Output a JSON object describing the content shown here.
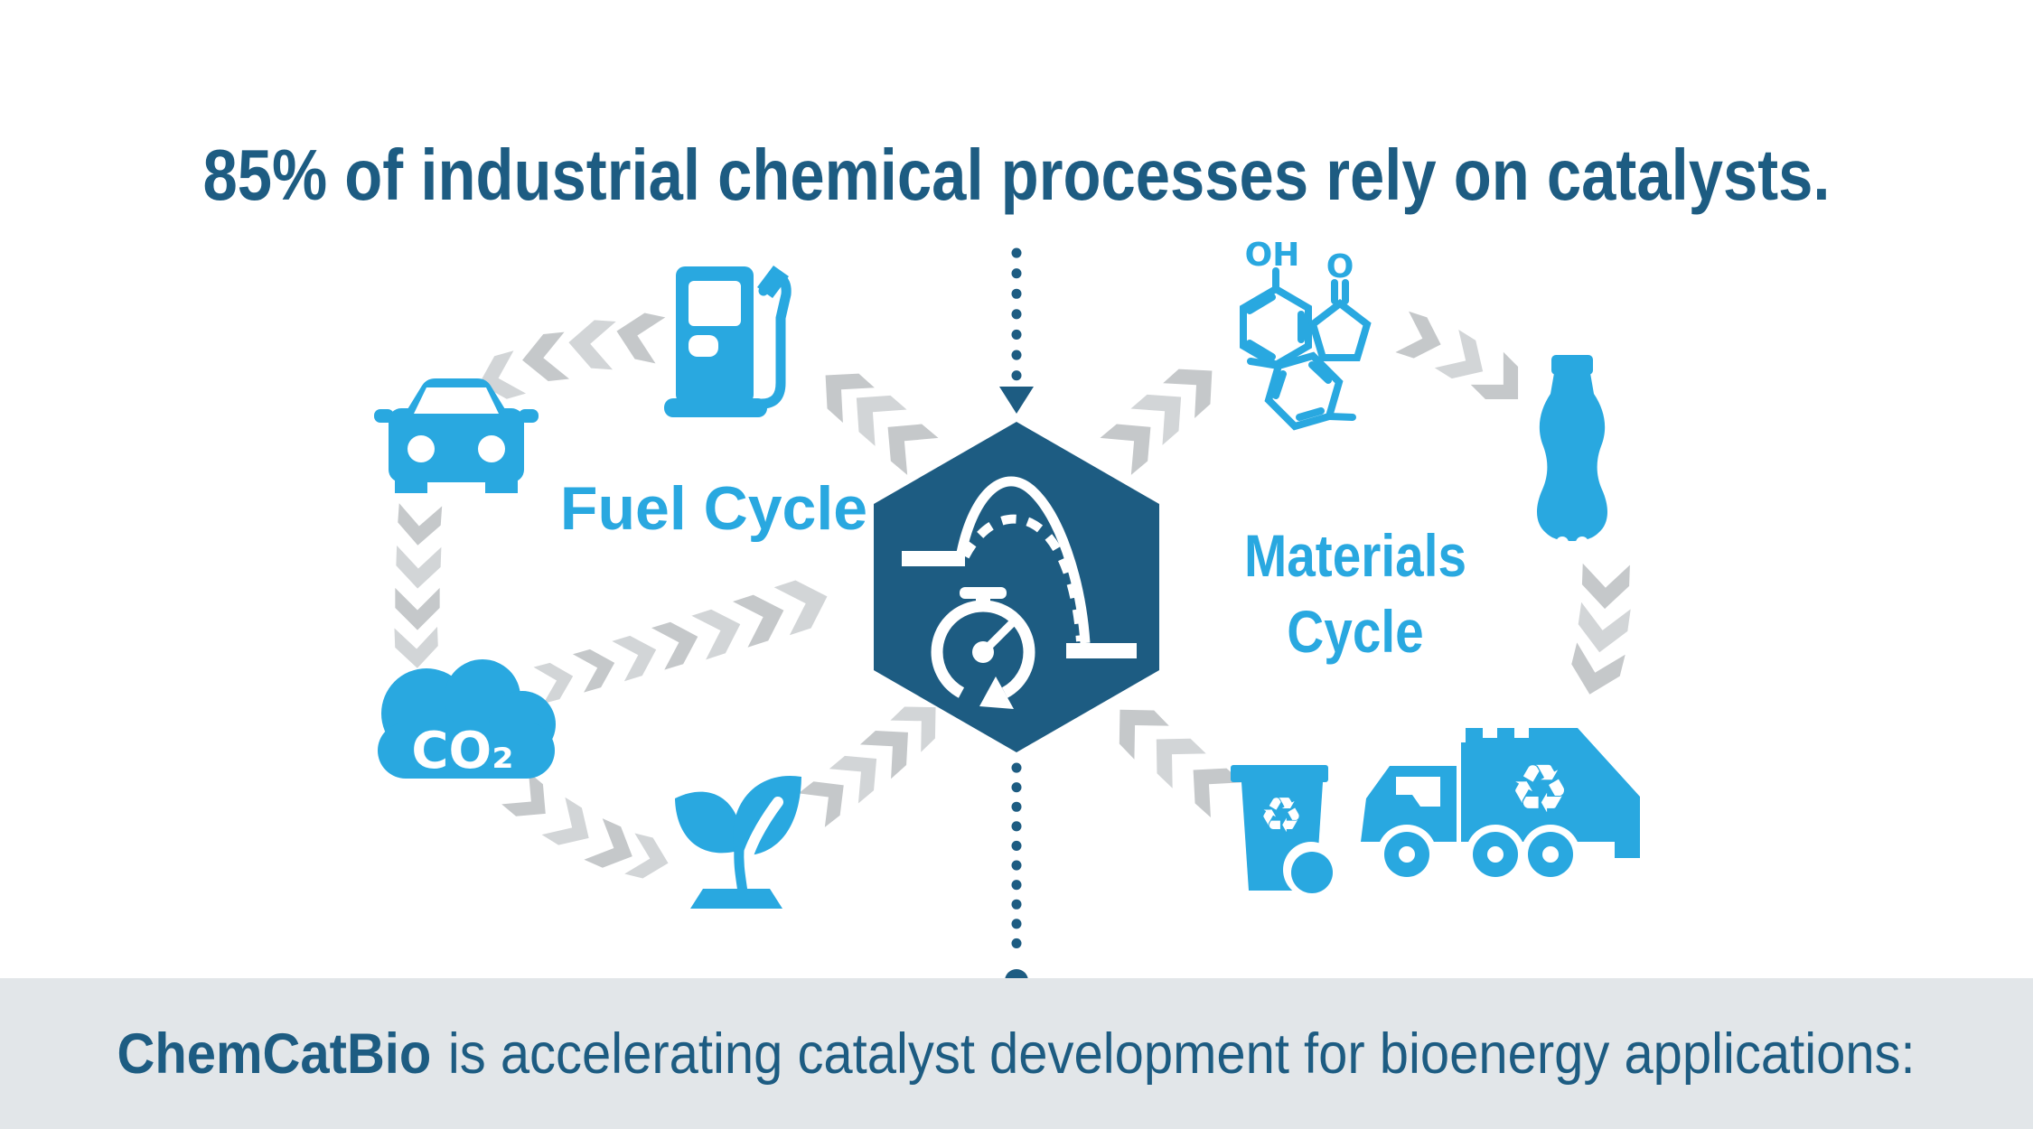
{
  "title": "85% of industrial chemical processes rely on catalysts.",
  "diagram": {
    "fuel_cycle_label": "Fuel Cycle",
    "materials_cycle_label_line1": "Materials",
    "materials_cycle_label_line2": "Cycle",
    "co2_cloud_text": "CO₂",
    "phenol_label": "OH",
    "ketone_label": "O",
    "recycle_symbol": "♻",
    "icons": [
      "fuel-pump-icon",
      "car-icon",
      "co2-cloud-icon",
      "plant-icon",
      "catalyst-hexagon-icon",
      "reaction-energy-diagram-icon",
      "stopwatch-icon",
      "phenol-structure-icon",
      "cyclopentanone-structure-icon",
      "xylene-structure-icon",
      "plastic-bottle-icon",
      "recycle-bin-icon",
      "garbage-truck-icon",
      "chevron-arrow-icon",
      "dotted-arrow-icon"
    ]
  },
  "footer": {
    "brand": "ChemCatBio",
    "message": "is accelerating catalyst development for bioenergy applications:"
  },
  "colors": {
    "background": "#FFFFFF",
    "accent_blue": "#29A8E0",
    "dark_teal": "#1D5C82",
    "arrow_gray": "#C5C8CA",
    "arrow_gray_light": "#D2D5D7",
    "footer_bg": "#E2E6E9",
    "icon_white": "#FFFFFF"
  }
}
